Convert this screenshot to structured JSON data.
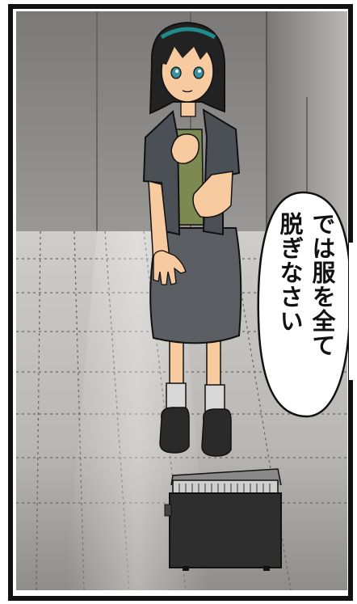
{
  "speech_bubble": {
    "lines": [
      "では服を全て",
      "脱ぎなさい"
    ]
  },
  "colors": {
    "outline": "#111111",
    "wall": "#8a8886",
    "floor": "#c9c7c3",
    "shirt": "#4b5056",
    "undershirt": "#7c8a52",
    "skirt": "#5b5e63",
    "skin": "#f7caa0",
    "hair": "#222222",
    "headband": "#1f8c8a",
    "radio": "#2e2e2e"
  },
  "icons": [
    "girl-figure",
    "portable-radio-icon",
    "speech-bubble"
  ]
}
